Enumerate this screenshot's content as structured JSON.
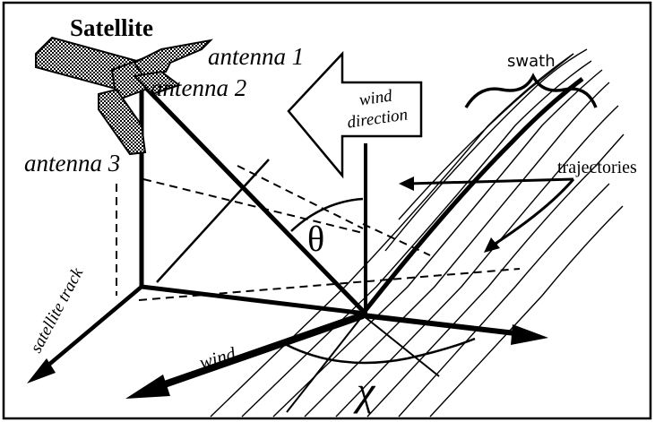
{
  "labels": {
    "satellite": "Satellite",
    "antenna1": "antenna 1",
    "antenna2": "antenna 2",
    "antenna3": "antenna 3",
    "wind_direction_line1": "wind",
    "wind_direction_line2": "direction",
    "swath": "swath",
    "trajectories": "trajectories",
    "satellite_track": "satellite track",
    "wind": "wind",
    "theta": "θ",
    "chi": "χ"
  },
  "colors": {
    "ink": "#000000",
    "background": "#ffffff",
    "hatch": "#9a9a9a"
  }
}
